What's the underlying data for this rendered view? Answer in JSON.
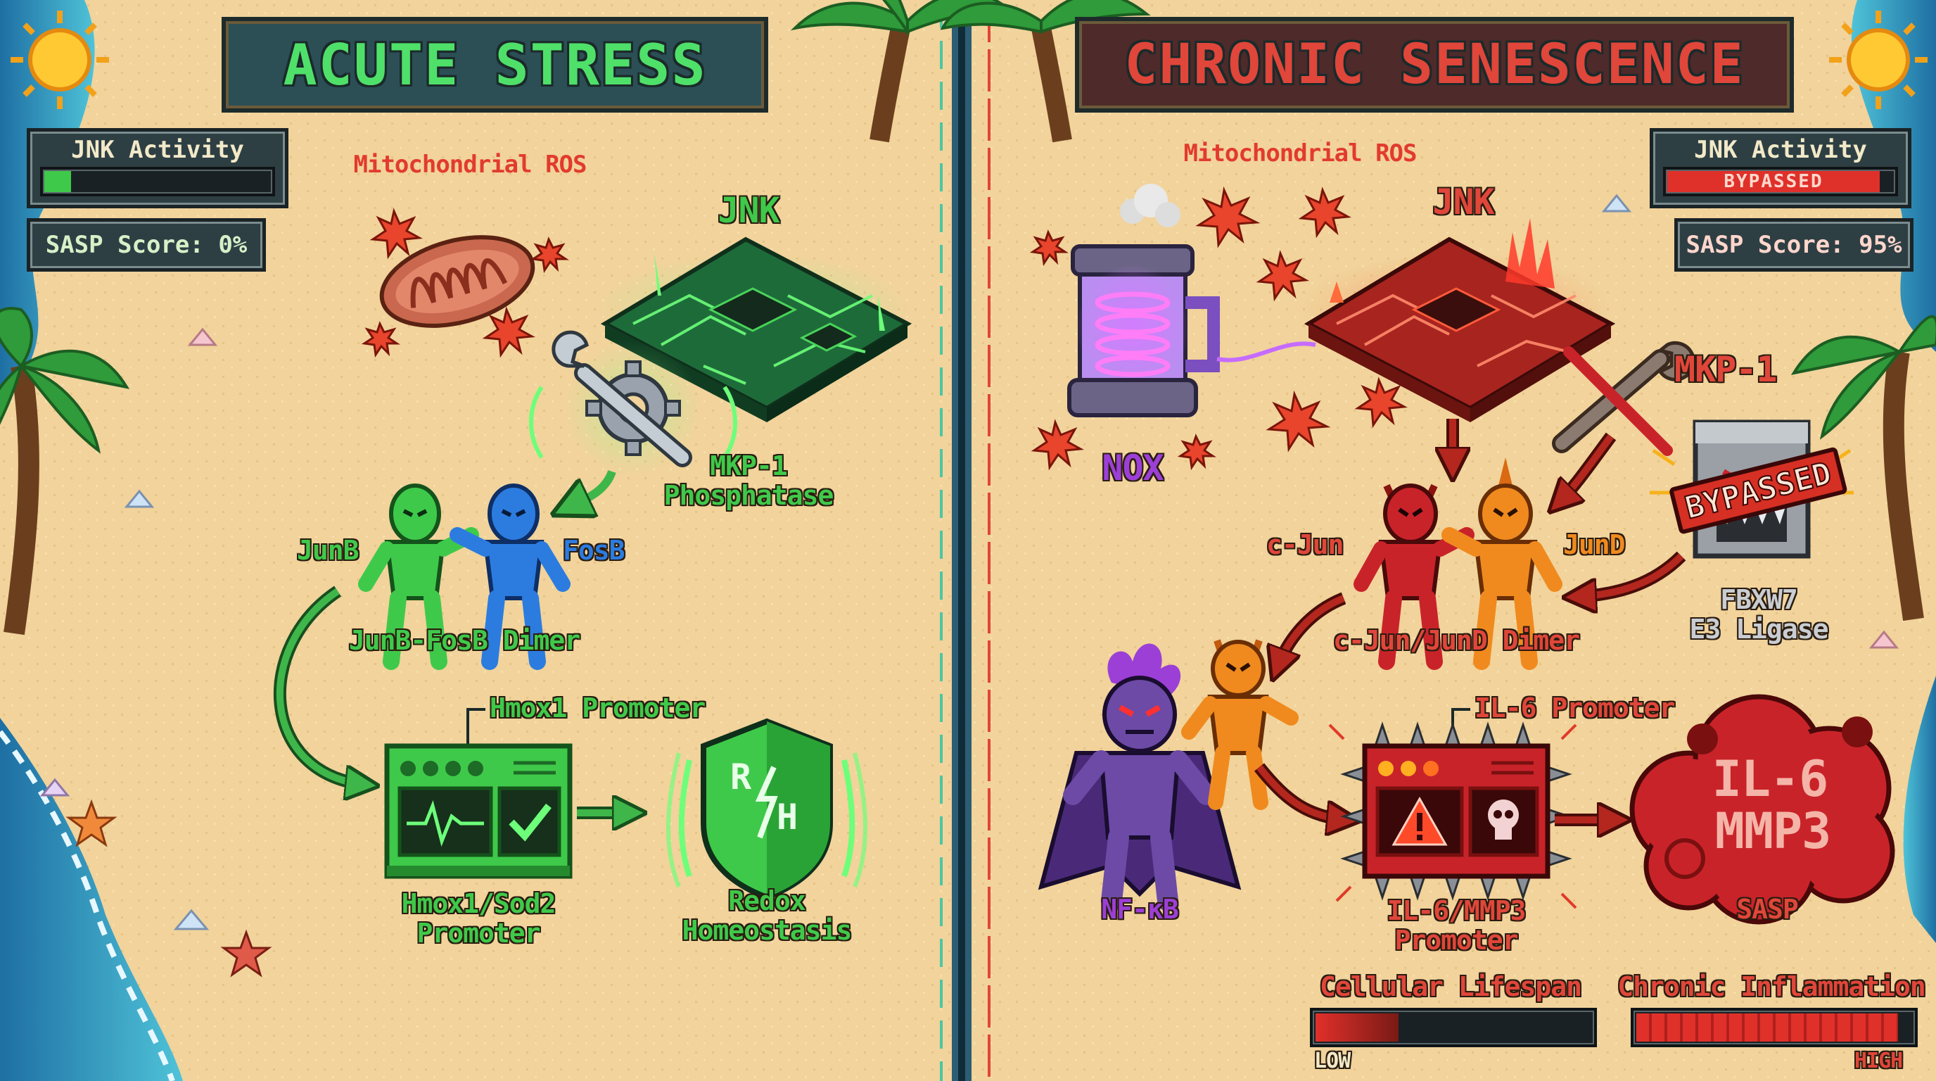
{
  "panels": {
    "left": {
      "title": "ACUTE STRESS",
      "hud_jnk_label": "JNK Activity",
      "hud_sasp": "SASP Score: 0%",
      "jnk_level": 0.12,
      "ros_label": "Mitochondrial ROS",
      "jnk_label": "JNK",
      "mkp1_label_line1": "MKP-1",
      "mkp1_label_line2": "Phosphatase",
      "junb_label": "JunB",
      "fosb_label": "FosB",
      "dimer_label": "JunB-FosB Dimer",
      "promoter_callout": "Hmox1 Promoter",
      "promoter_label_line1": "Hmox1/Sod2",
      "promoter_label_line2": "Promoter",
      "shield_letters": [
        "R",
        "H"
      ],
      "shield_label_line1": "Redox",
      "shield_label_line2": "Homeostasis"
    },
    "right": {
      "title": "CHRONIC SENESCENCE",
      "hud_jnk_label": "JNK Activity",
      "hud_jnk_bar_text": "BYPASSED",
      "hud_sasp": "SASP Score: 95%",
      "jnk_level": 0.95,
      "ros_label": "Mitochondrial ROS",
      "jnk_label": "JNK",
      "nox_label": "NOX",
      "mkp1_label": "MKP-1",
      "bypassed_stamp": "BYPASSED",
      "fbxw7_label_line1": "FBXW7",
      "fbxw7_label_line2": "E3 Ligase",
      "cjun_label": "c-Jun",
      "jund_label": "JunD",
      "dimer_label": "c-Jun/JunD Dimer",
      "nfkb_label": "NF-κB",
      "promoter_callout": "IL-6 Promoter",
      "promoter_label_line1": "IL-6/MMP3",
      "promoter_label_line2": "Promoter",
      "sasp_cloud_line1": "IL-6",
      "sasp_cloud_line2": "MMP3",
      "sasp_label": "SASP",
      "lifespan_label": "Cellular Lifespan",
      "lifespan_level": 0.3,
      "lifespan_low": "LOW",
      "inflammation_label": "Chronic Inflammation",
      "inflammation_level": 0.95,
      "inflammation_high": "HIGH"
    }
  },
  "colors": {
    "sand": "#f1d39b",
    "water": "#3aa7c9",
    "left_title": "#4fe06a",
    "right_title": "#e0463a",
    "green": "#3fc94a",
    "blue": "#2c7ce0",
    "red": "#c9232a",
    "orange": "#f08a1e",
    "purple": "#5a3d8c"
  }
}
